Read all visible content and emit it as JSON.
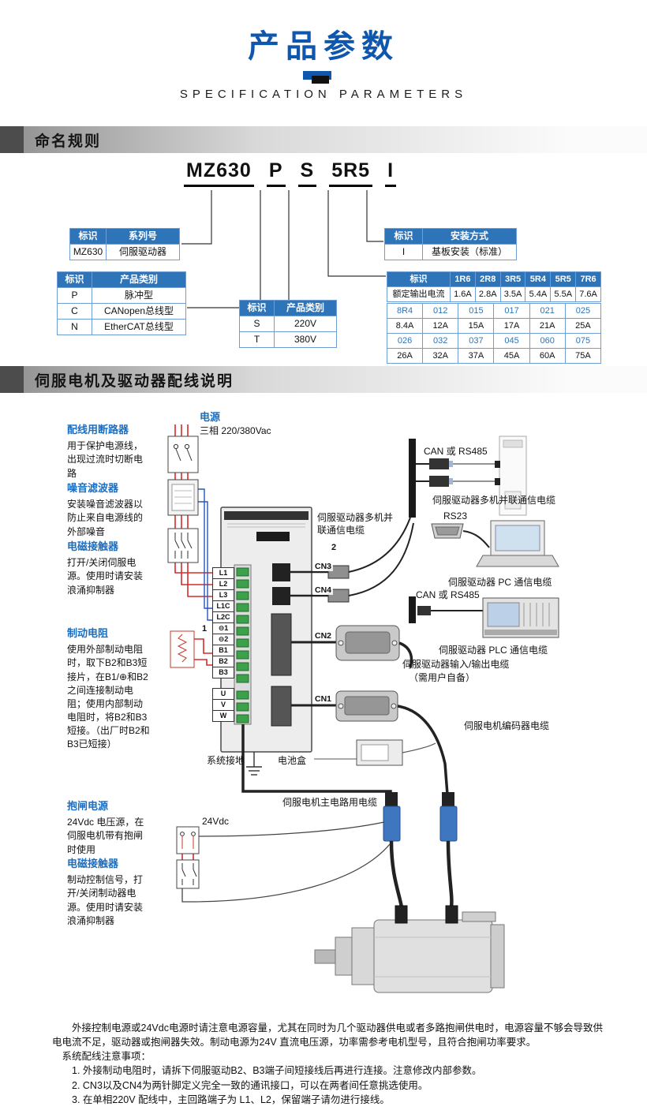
{
  "page": {
    "title": "产品参数",
    "subtitle": "SPECIFICATION PARAMETERS"
  },
  "sections": {
    "naming": {
      "title": "命名规则"
    },
    "wiring": {
      "title": "伺服电机及驱动器配线说明"
    }
  },
  "model_code": {
    "parts": [
      "MZ630",
      "P",
      "S",
      "5R5",
      "I"
    ]
  },
  "tables": {
    "series": {
      "header": [
        "标识",
        "系列号"
      ],
      "rows": [
        [
          "MZ630",
          "伺服驱动器"
        ]
      ]
    },
    "type": {
      "header": [
        "标识",
        "产品类别"
      ],
      "rows": [
        [
          "P",
          "脉冲型"
        ],
        [
          "C",
          "CANopen总线型"
        ],
        [
          "N",
          "EtherCAT总线型"
        ]
      ]
    },
    "voltage": {
      "header": [
        "标识",
        "产品类别"
      ],
      "rows": [
        [
          "S",
          "220V"
        ],
        [
          "T",
          "380V"
        ]
      ]
    },
    "mount": {
      "header": [
        "标识",
        "安装方式"
      ],
      "rows": [
        [
          "I",
          "基板安装（标准）"
        ]
      ]
    },
    "current_top": {
      "header": [
        "标识",
        "1R6",
        "2R8",
        "3R5",
        "5R4",
        "5R5",
        "7R6"
      ],
      "rows": [
        [
          "额定输出电流",
          "1.6A",
          "2.8A",
          "3.5A",
          "5.4A",
          "5.5A",
          "7.6A"
        ]
      ]
    },
    "current_rows": {
      "rows": [
        [
          "8R4",
          "012",
          "015",
          "017",
          "021",
          "025"
        ],
        [
          "8.4A",
          "12A",
          "15A",
          "17A",
          "21A",
          "25A"
        ],
        [
          "026",
          "032",
          "037",
          "045",
          "060",
          "075"
        ],
        [
          "26A",
          "32A",
          "37A",
          "45A",
          "60A",
          "75A"
        ]
      ],
      "row_styles": [
        "code",
        "cur",
        "code",
        "cur"
      ]
    }
  },
  "diagram": {
    "power": {
      "title": "电源",
      "desc": "三相 220/380Vac"
    },
    "blocks": {
      "breaker": {
        "title": "配线用断路器",
        "desc": "用于保护电源线，出现过流时切断电路"
      },
      "filter": {
        "title": "噪音滤波器",
        "desc": "安装噪音滤波器以防止来自电源线的外部噪音"
      },
      "contactor1": {
        "title": "电磁接触器",
        "desc": "打开/关闭伺服电源。使用时请安装浪涌抑制器"
      },
      "resistor": {
        "title": "制动电阻",
        "desc": "使用外部制动电阻时，取下B2和B3短接片，在B1/⊕和B2之间连接制动电阻；使用内部制动电阻时，将B2和B3短接。（出厂时B2和B3已短接）"
      },
      "brake_power": {
        "title": "抱闸电源",
        "desc": "24Vdc 电压源，在伺服电机带有抱闸时使用"
      },
      "contactor2": {
        "title": "电磁接触器",
        "desc": "制动控制信号，打开/关闭制动器电源。使用时请安装浪涌抑制器"
      }
    },
    "terminals": [
      "L1",
      "L2",
      "L3",
      "L1C",
      "L2C",
      "⊖1",
      "⊖2",
      "B1",
      "B2",
      "B3"
    ],
    "uvw": [
      "U",
      "V",
      "W"
    ],
    "connectors": [
      "CN3",
      "CN4",
      "CN2",
      "CN1"
    ],
    "labels": {
      "multi_comm_center": "伺服驱动器多机并联通信电缆",
      "count2": "2",
      "count1": "1",
      "can_rs485_top": "CAN 或 RS485",
      "multi_comm_right": "伺服驱动器多机并联通信电缆",
      "rs232": "RS23",
      "pc_cable": "伺服驱动器 PC 通信电缆",
      "can_rs485_mid": "CAN 或 RS485",
      "plc_cable": "伺服驱动器 PLC 通信电缆",
      "io_cable": "伺服驱动器输入/输出电缆",
      "io_cable_note": "（需用户自备）",
      "encoder_cable": "伺服电机编码器电缆",
      "ground": "系统接地",
      "battery": "电池盒",
      "main_cable": "伺服电机主电路用电缆",
      "v24": "24Vdc"
    }
  },
  "notes": {
    "para1": "外接控制电源或24Vdc电源时请注意电源容量，尤其在同时为几个驱动器供电或者多路抱闸供电时，电源容量不够会导致供电电流不足，驱动器或抱闸器失效。制动电源为24V 直流电压源，功率需参考电机型号，且符合抱闸功率要求。",
    "heading": "系统配线注意事项：",
    "items": [
      "1. 外接制动电阻时，请拆下伺服驱动B2、B3端子间短接线后再进行连接。注意修改内部参数。",
      "2. CN3以及CN4为两针脚定义完全一致的通讯接口，可以在两者间任意挑选使用。",
      "3. 在单相220V 配线中，主回路端子为 L1、L2，保留端子请勿进行接线。"
    ]
  }
}
